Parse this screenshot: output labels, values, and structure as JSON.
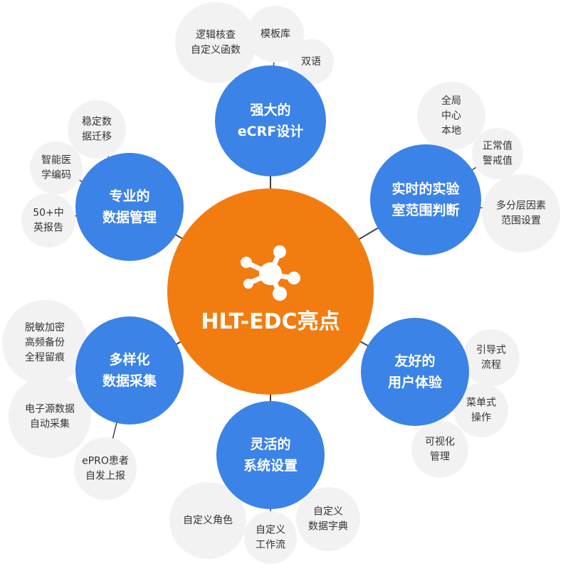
{
  "colors": {
    "center": "#F27C10",
    "node": "#3B83E6",
    "bubble": "#F2F2F2",
    "connector": "#404040",
    "subtext": "#333333"
  },
  "center": {
    "icon": "molecule-icon",
    "title": "HLT-EDC亮点"
  },
  "nodes": [
    {
      "id": "ecrf",
      "lines": [
        "强大的",
        "eCRF设计"
      ],
      "items": [
        {
          "lines": [
            "逻辑核查",
            "自定义函数"
          ]
        },
        {
          "lines": [
            "模板库"
          ]
        },
        {
          "lines": [
            "双语"
          ]
        }
      ]
    },
    {
      "id": "lab",
      "lines": [
        "实时的实验",
        "室范围判断"
      ],
      "items": [
        {
          "lines": [
            "全局",
            "中心",
            "本地"
          ]
        },
        {
          "lines": [
            "正常值",
            "警戒值"
          ]
        },
        {
          "lines": [
            "多分层因素",
            "范围设置"
          ]
        }
      ]
    },
    {
      "id": "ux",
      "lines": [
        "友好的",
        "用户体验"
      ],
      "items": [
        {
          "lines": [
            "引导式",
            "流程"
          ]
        },
        {
          "lines": [
            "菜单式",
            "操作"
          ]
        },
        {
          "lines": [
            "可视化",
            "管理"
          ]
        }
      ]
    },
    {
      "id": "settings",
      "lines": [
        "灵活的",
        "系统设置"
      ],
      "items": [
        {
          "lines": [
            "自定义",
            "数据字典"
          ]
        },
        {
          "lines": [
            "自定义",
            "工作流"
          ]
        },
        {
          "lines": [
            "自定义角色"
          ]
        }
      ]
    },
    {
      "id": "collect",
      "lines": [
        "多样化",
        "数据采集"
      ],
      "items": [
        {
          "lines": [
            "脱敏加密",
            "高频备份",
            "全程留痕"
          ]
        },
        {
          "lines": [
            "电子源数据",
            "自动采集"
          ]
        },
        {
          "lines": [
            "ePRO患者",
            "自发上报"
          ]
        }
      ]
    },
    {
      "id": "datamgmt",
      "lines": [
        "专业的",
        "数据管理"
      ],
      "items": [
        {
          "lines": [
            "稳定数",
            "据迁移"
          ]
        },
        {
          "lines": [
            "智能医",
            "学编码"
          ]
        },
        {
          "lines": [
            "50+中",
            "英报告"
          ]
        }
      ]
    }
  ]
}
